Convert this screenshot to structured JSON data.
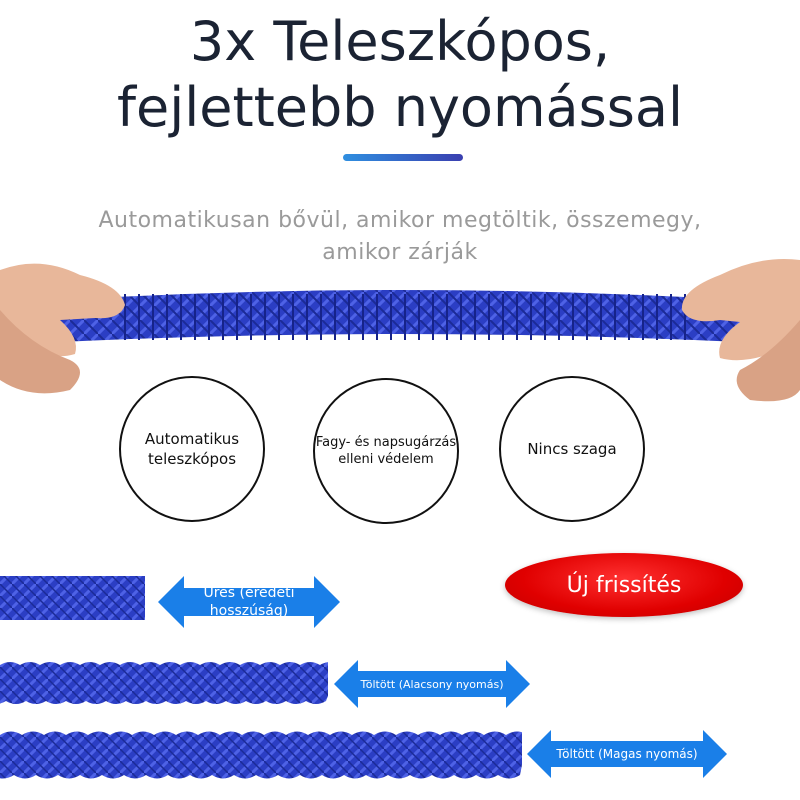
{
  "title": {
    "line1": "3x Teleszkópos,",
    "line2": "fejlettebb nyomással"
  },
  "subtitle": "Automatikusan bővül, amikor megtöltik, összemegy, amikor zárják",
  "features": [
    {
      "label": "Automatikus teleszkópos"
    },
    {
      "label": "Fagy- és napsugárzás elleni védelem"
    },
    {
      "label": "Nincs szaga"
    }
  ],
  "badge": "Új frissítés",
  "states": [
    {
      "label": "Üres (eredeti hosszúság)"
    },
    {
      "label": "Töltött (Alacsony nyomás)"
    },
    {
      "label": "Töltött (Magas nyomás)"
    }
  ],
  "colors": {
    "hose": "#2a3fc2",
    "arrow": "#1a7fe8",
    "badge": "#e00000"
  }
}
